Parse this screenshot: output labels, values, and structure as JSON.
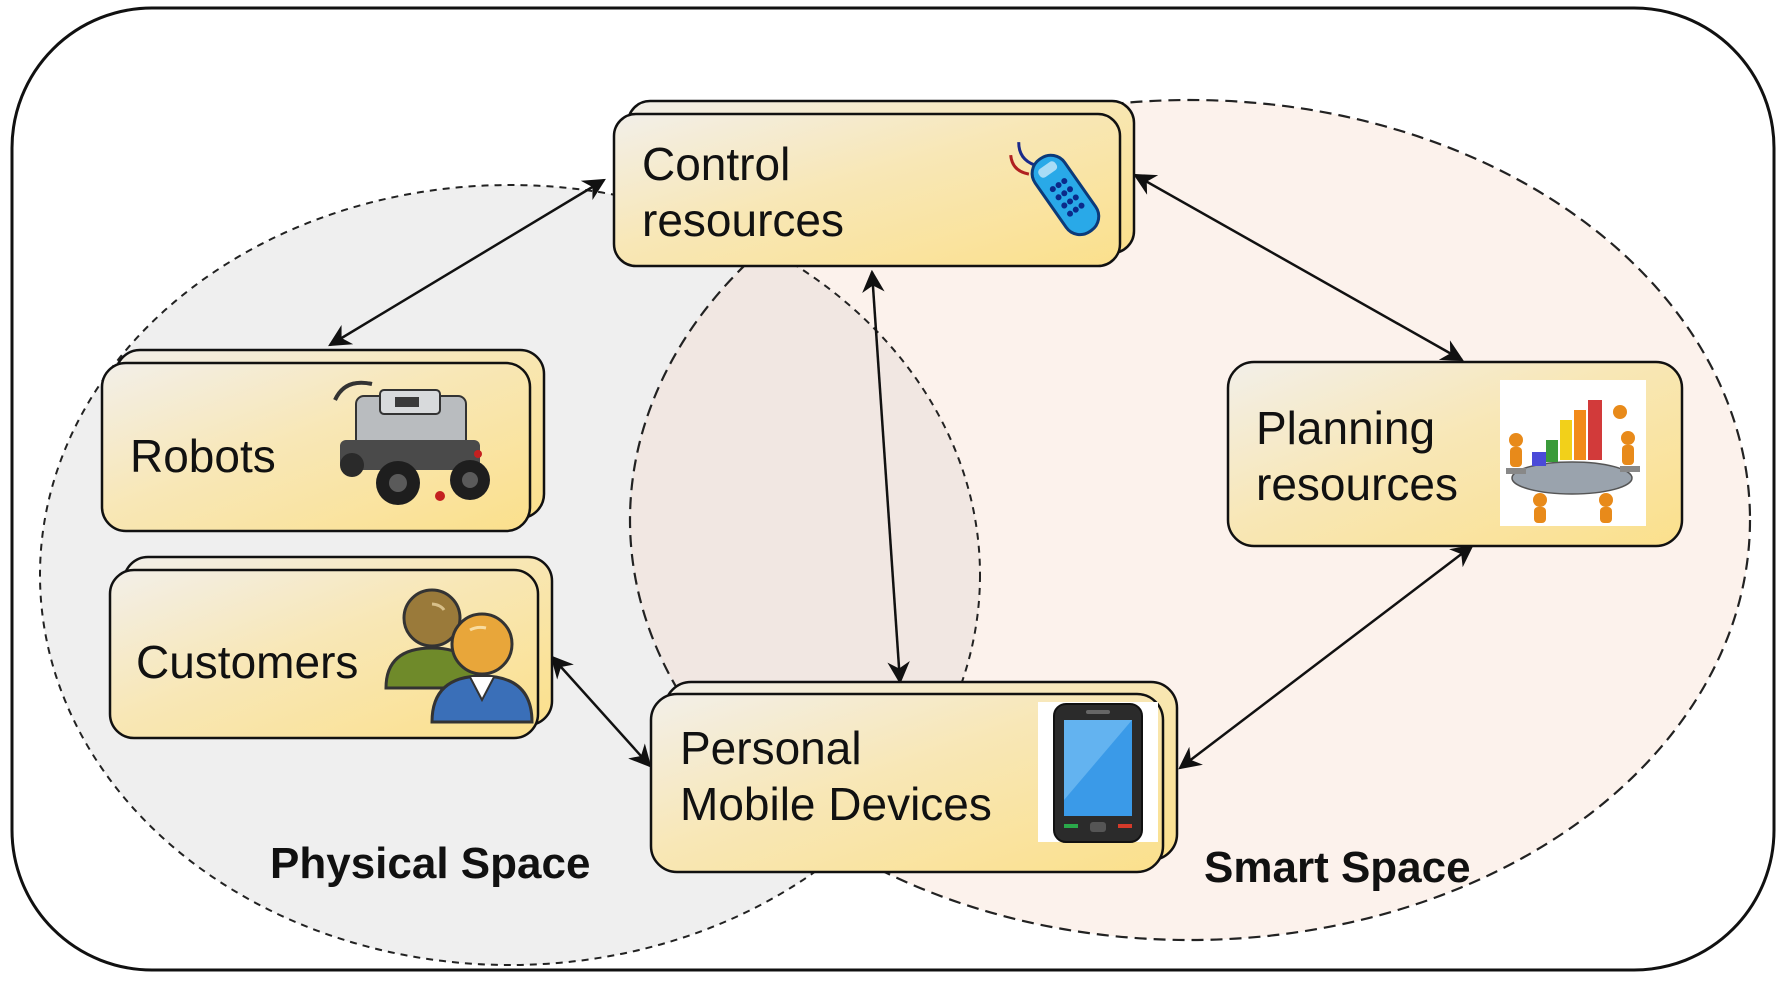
{
  "boxes": {
    "control": {
      "line1": "Control",
      "line2": "resources",
      "icon": "remote-control-icon"
    },
    "robots": {
      "label": "Robots",
      "icon": "robot-icon"
    },
    "customers": {
      "label": "Customers",
      "icon": "users-icon"
    },
    "planning": {
      "line1": "Planning",
      "line2": "resources",
      "icon": "meeting-chart-icon"
    },
    "personal": {
      "line1": "Personal",
      "line2": "Mobile Devices",
      "icon": "smartphone-icon"
    }
  },
  "spaces": {
    "physical": "Physical Space",
    "smart": "Smart Space"
  },
  "colors": {
    "box_fill_start": "#f4eee2",
    "box_fill_end": "#fbe29a",
    "physical_fill": "#efefef",
    "smart_fill": "#fcf3ee",
    "stroke": "#111111"
  }
}
